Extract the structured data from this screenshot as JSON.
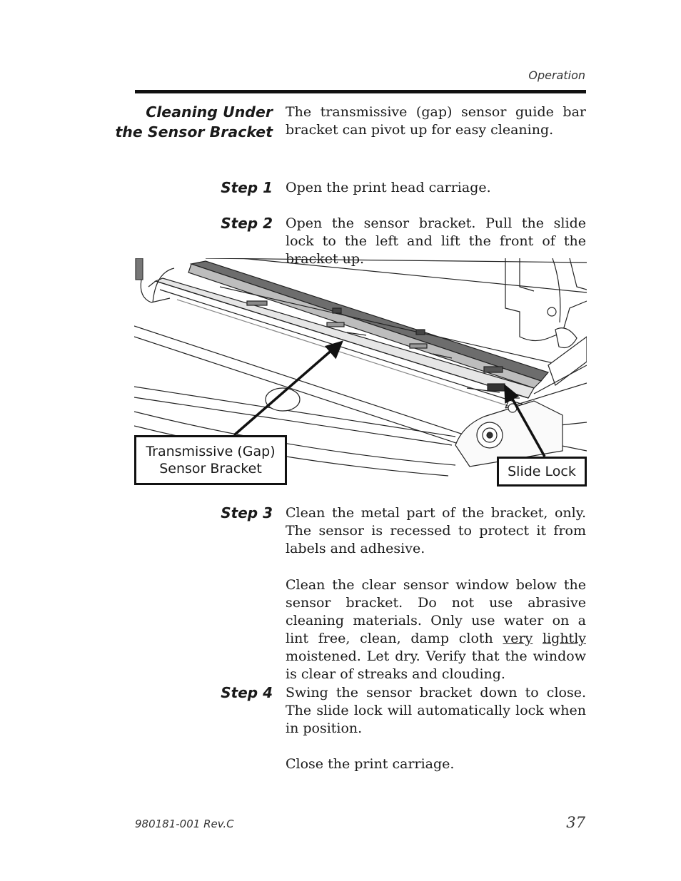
{
  "header": {
    "section": "Operation"
  },
  "heading": {
    "line1": "Cleaning Under",
    "line2": "the Sensor Bracket"
  },
  "intro": "The transmissive (gap) sensor guide bar bracket can pivot up for easy cleaning.",
  "steps": [
    {
      "label": "Step 1",
      "text": "Open the print head carriage."
    },
    {
      "label": "Step 2",
      "text": "Open the sensor bracket. Pull the slide lock to the left and lift the front of the bracket up."
    },
    {
      "label": "Step 3",
      "text": "Clean the metal part of the bracket, only. The sensor is recessed to protect it from labels and adhesive.",
      "extra": {
        "before": "Clean the clear sensor window below the sensor bracket. Do not use abrasive cleaning materials. Only use water on a lint free, clean, damp cloth ",
        "u1": "very",
        "u2": "lightly",
        "after": " moistened. Let dry. Verify that the window is clear of streaks and clouding."
      }
    },
    {
      "label": "Step 4",
      "text": "Swing the sensor bracket down to close. The slide lock will automatically lock when in position.",
      "extra": "Close the print carriage."
    }
  ],
  "figure": {
    "callout_left_line1": "Transmissive (Gap)",
    "callout_left_line2": "Sensor Bracket",
    "callout_right": "Slide Lock"
  },
  "footer": {
    "doc_id": "980181-001 Rev.C",
    "page": "37"
  }
}
